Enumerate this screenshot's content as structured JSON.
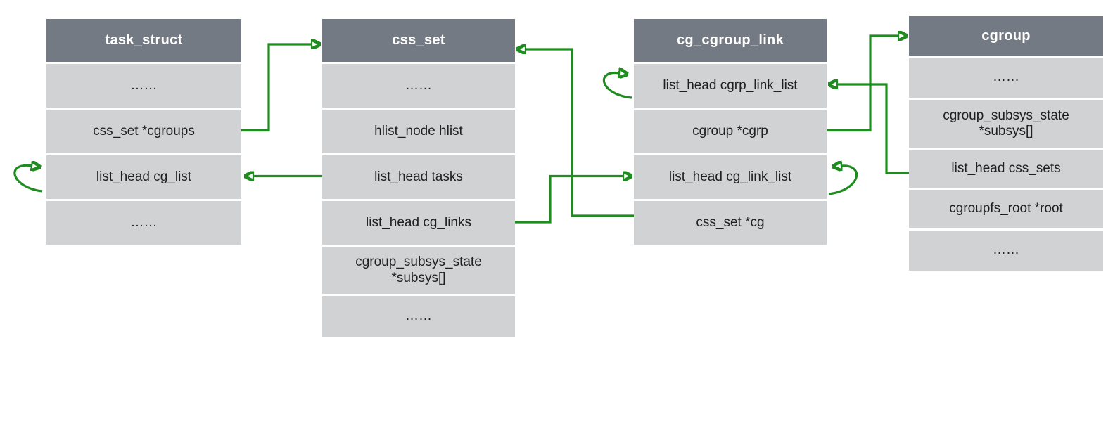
{
  "palette": {
    "header_bg": "#747a83",
    "row_bg": "#d0d2d4",
    "header_text": "#ffffff",
    "row_text": "#1f1f1f",
    "arrow": "#1e8c1e",
    "canvas_bg": "#ffffff"
  },
  "tables": [
    {
      "id": "task_struct",
      "title": "task_struct",
      "rows": [
        "……",
        "css_set *cgroups",
        "list_head cg_list",
        "……"
      ]
    },
    {
      "id": "css_set",
      "title": "css_set",
      "rows": [
        "……",
        "hlist_node hlist",
        "list_head tasks",
        "list_head cg_links",
        "cgroup_subsys_state *subsys[]",
        "……"
      ]
    },
    {
      "id": "cg_cgroup_link",
      "title": "cg_cgroup_link",
      "rows": [
        "list_head cgrp_link_list",
        "cgroup *cgrp",
        "list_head cg_link_list",
        "css_set *cg"
      ]
    },
    {
      "id": "cgroup",
      "title": "cgroup",
      "rows": [
        "……",
        "cgroup_subsys_state *subsys[]",
        "list_head css_sets",
        "cgroupfs_root *root",
        "……"
      ]
    }
  ],
  "relations": [
    {
      "from": "task_struct.css_set *cgroups",
      "to": "css_set",
      "type": "pointer"
    },
    {
      "from": "css_set.list_head tasks",
      "to": "task_struct.list_head cg_list",
      "type": "list-link"
    },
    {
      "from": "task_struct.list_head cg_list",
      "to": "task_struct.list_head cg_list",
      "type": "self-loop"
    },
    {
      "from": "css_set.list_head cg_links",
      "to": "cg_cgroup_link.list_head cg_link_list",
      "type": "list-link"
    },
    {
      "from": "cg_cgroup_link.css_set *cg",
      "to": "css_set",
      "type": "pointer"
    },
    {
      "from": "cg_cgroup_link.list_head cgrp_link_list",
      "to": "cg_cgroup_link.list_head cgrp_link_list",
      "type": "self-loop"
    },
    {
      "from": "cg_cgroup_link.cgroup *cgrp",
      "to": "cgroup",
      "type": "pointer"
    },
    {
      "from": "cgroup.list_head css_sets",
      "to": "cg_cgroup_link.list_head cgrp_link_list",
      "type": "list-link"
    },
    {
      "from": "cg_cgroup_link.list_head cg_link_list",
      "to": "cg_cgroup_link.list_head cg_link_list",
      "type": "self-loop"
    }
  ]
}
